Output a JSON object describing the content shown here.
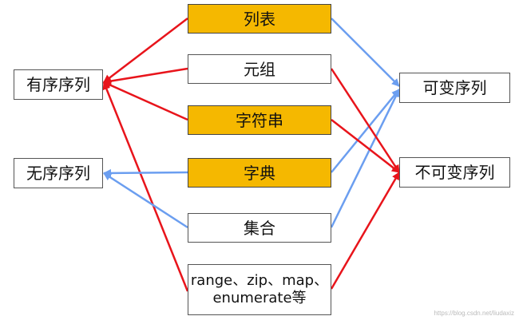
{
  "types": {
    "list": "列表",
    "tuple": "元组",
    "string": "字符串",
    "dict": "字典",
    "set": "集合",
    "range": "range、zip、map、enumerate等"
  },
  "categories": {
    "ordered": "有序序列",
    "unordered": "无序序列",
    "mutable": "可变序列",
    "immutable": "不可变序列"
  },
  "colors": {
    "highlight": "#f5b800",
    "red_arrow": "#e8141b",
    "blue_arrow": "#6b9ef0"
  },
  "watermark": "https://blog.csdn.net/liudaxiz"
}
